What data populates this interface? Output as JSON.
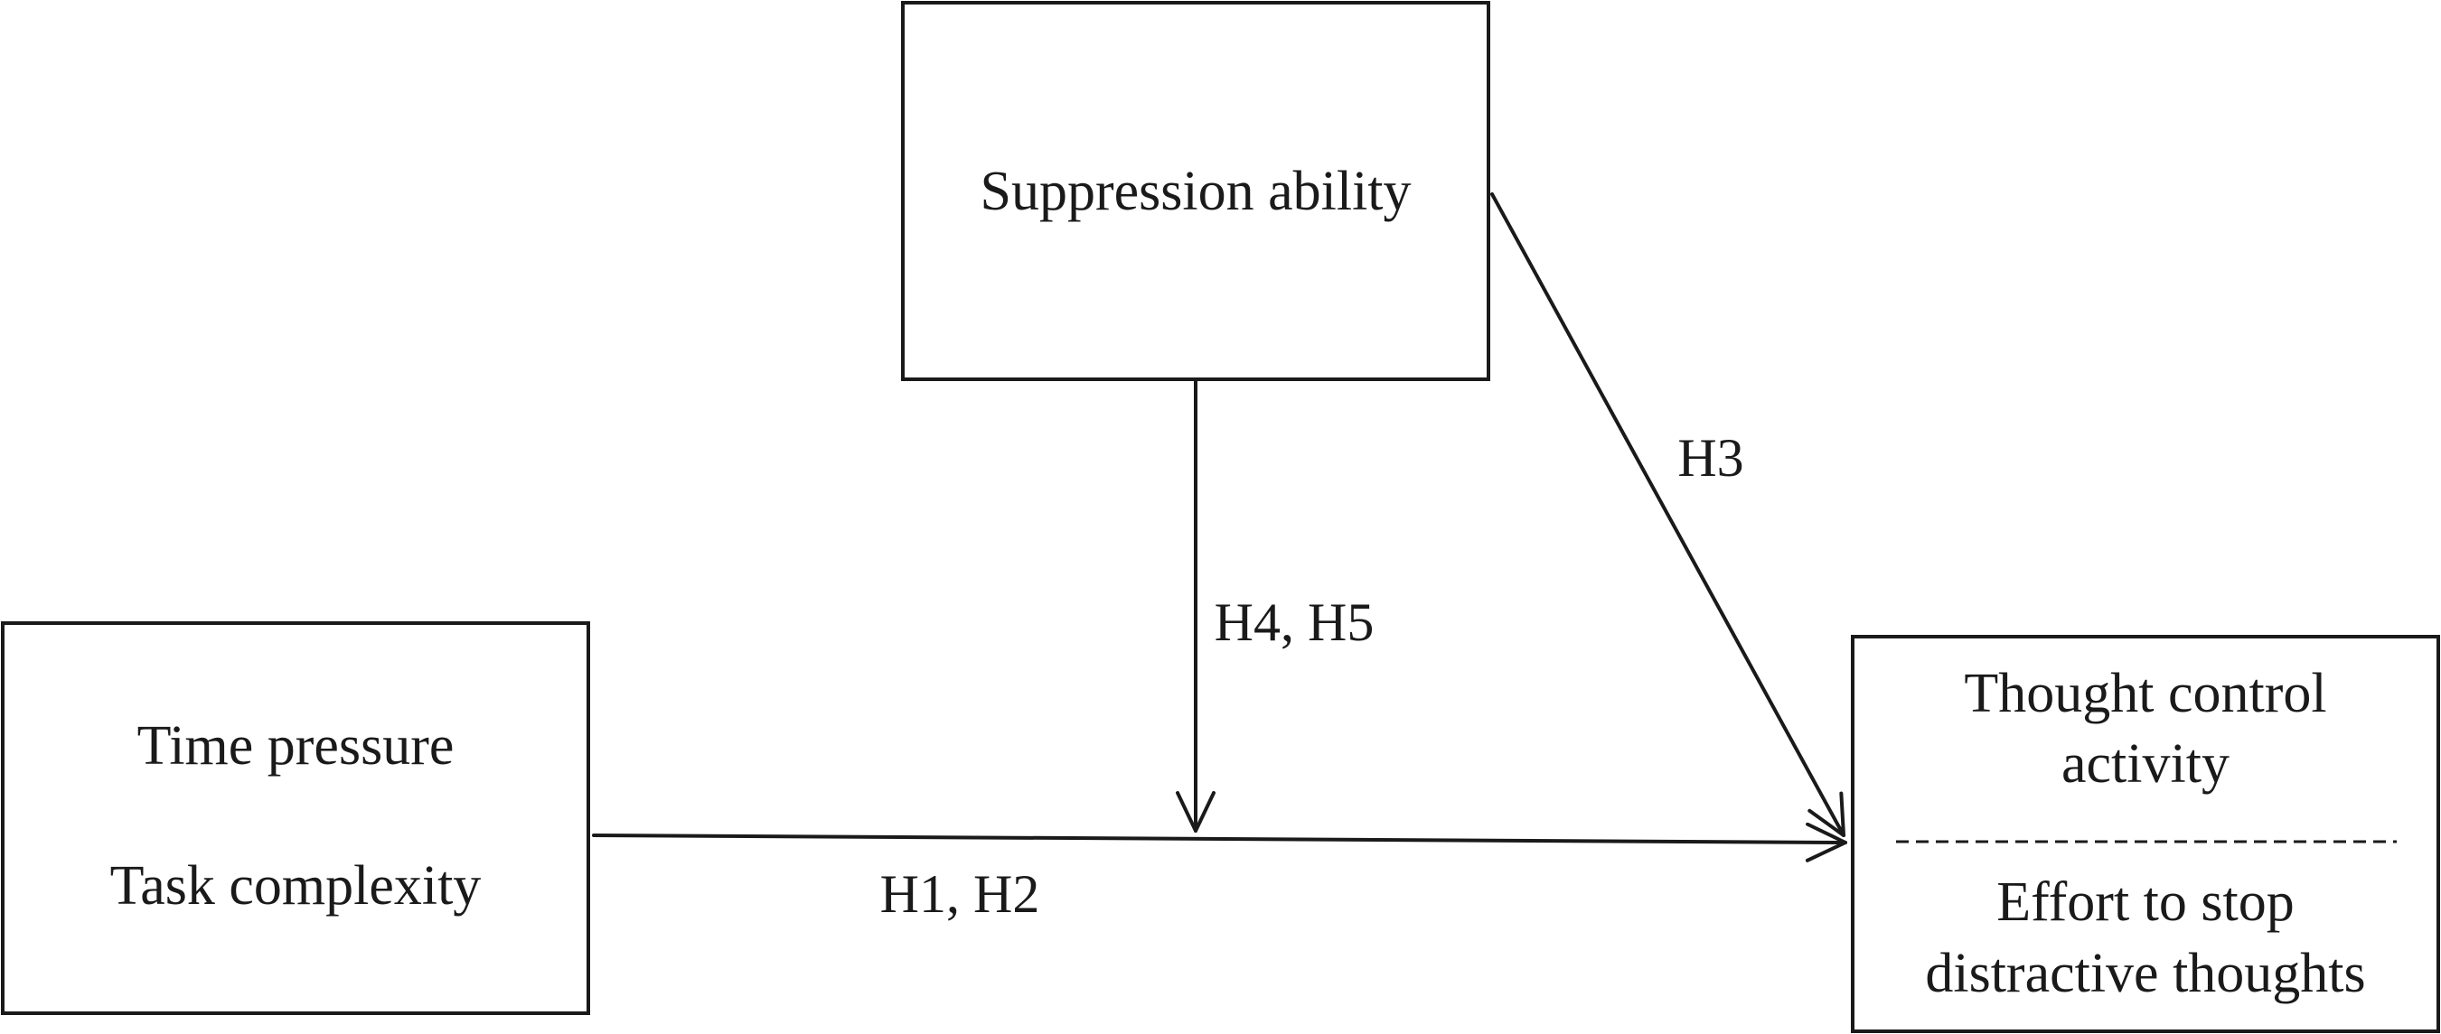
{
  "nodes": {
    "suppression": {
      "label": "Suppression ability"
    },
    "predictors": {
      "line1": "Time pressure",
      "line2": "Task complexity"
    },
    "outcome": {
      "line1": "Thought control",
      "line2": "activity",
      "line3": "Effort to stop",
      "line4": "distractive thoughts"
    }
  },
  "edges": {
    "direct": {
      "label": "H1, H2"
    },
    "moderation": {
      "label": "H4, H5"
    },
    "suppression_effect": {
      "label": "H3"
    }
  },
  "colors": {
    "stroke": "#1a1a1a",
    "background": "#ffffff"
  }
}
